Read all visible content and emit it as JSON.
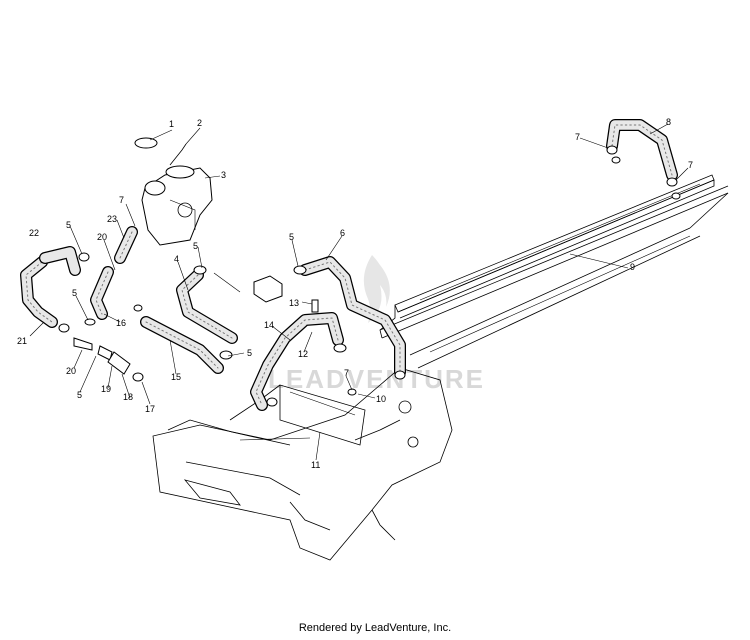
{
  "watermark": "LEADVENTURE",
  "footer": "Rendered by LeadVenture, Inc.",
  "callouts": {
    "c1": "1",
    "c2": "2",
    "c3": "3",
    "c4": "4",
    "c5a": "5",
    "c5b": "5",
    "c5c": "5",
    "c5d": "5",
    "c5e": "5",
    "c5f": "5",
    "c6": "6",
    "c7a": "7",
    "c7b": "7",
    "c7c": "7",
    "c7d": "7",
    "c8": "8",
    "c9": "9",
    "c10": "10",
    "c11": "11",
    "c12": "12",
    "c13": "13",
    "c14": "14",
    "c15": "15",
    "c16": "16",
    "c17": "17",
    "c18": "18",
    "c19": "19",
    "c20a": "20",
    "c20b": "20",
    "c21": "21",
    "c22": "22",
    "c23": "23"
  },
  "colors": {
    "line": "#000000",
    "hose_fill": "#e8e8e8",
    "watermark": "#d8d8d8"
  }
}
